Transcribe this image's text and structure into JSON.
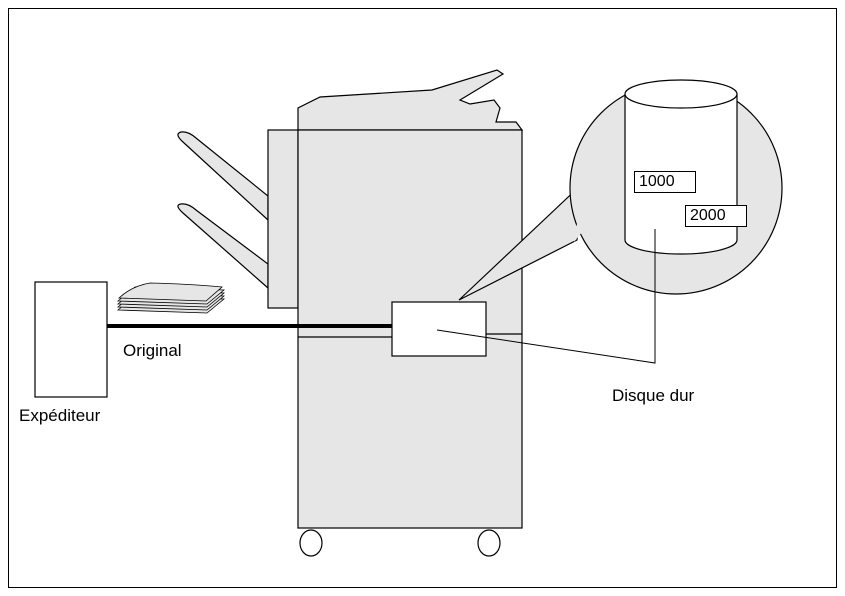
{
  "labels": {
    "original": "Original",
    "sender": "Expéditeur",
    "hard_disk": "Disque dur"
  },
  "disk_boxes": [
    "1000",
    "2000"
  ],
  "colors": {
    "machine_fill": "#e6e6e6",
    "stroke": "#000000",
    "background": "#ffffff"
  }
}
